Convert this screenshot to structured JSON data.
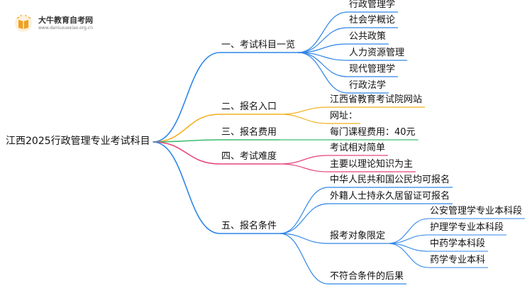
{
  "logo": {
    "site_name": "大牛教育自考网",
    "url": "www.daniuxuexiao.org.cn"
  },
  "colors": {
    "blue": "#2f86e8",
    "orange": "#f2b01e",
    "green": "#3dbb6f",
    "pink": "#e8457a"
  },
  "mindmap": {
    "root": "江西2025行政管理专业考试科目",
    "branches": [
      {
        "label": "一、考试科目一览",
        "color": "blue",
        "children": [
          {
            "label": "行政管理学"
          },
          {
            "label": "社会学概论"
          },
          {
            "label": "公共政策"
          },
          {
            "label": "人力资源管理"
          },
          {
            "label": "现代管理学"
          },
          {
            "label": "行政法学"
          }
        ]
      },
      {
        "label": "二、报名入口",
        "color": "orange",
        "children": [
          {
            "label": "江西省教育考试院网站"
          },
          {
            "label": "网址："
          }
        ]
      },
      {
        "label": "三、报名费用",
        "color": "green",
        "children": [
          {
            "label": "每门课程费用：40元"
          }
        ]
      },
      {
        "label": "四、考试难度",
        "color": "pink",
        "children": [
          {
            "label": "考试相对简单"
          },
          {
            "label": "主要以理论知识为主"
          }
        ]
      },
      {
        "label": "五、报名条件",
        "color": "blue",
        "children": [
          {
            "label": "中华人民共和国公民均可报名"
          },
          {
            "label": "外籍人士持永久居留证可报名"
          },
          {
            "label": "报考对象限定",
            "children": [
              {
                "label": "公安管理学专业本科段"
              },
              {
                "label": "护理学专业本科段"
              },
              {
                "label": "中药学本科段"
              },
              {
                "label": "药学专业本科"
              }
            ]
          },
          {
            "label": "不符合条件的后果"
          }
        ]
      }
    ]
  }
}
